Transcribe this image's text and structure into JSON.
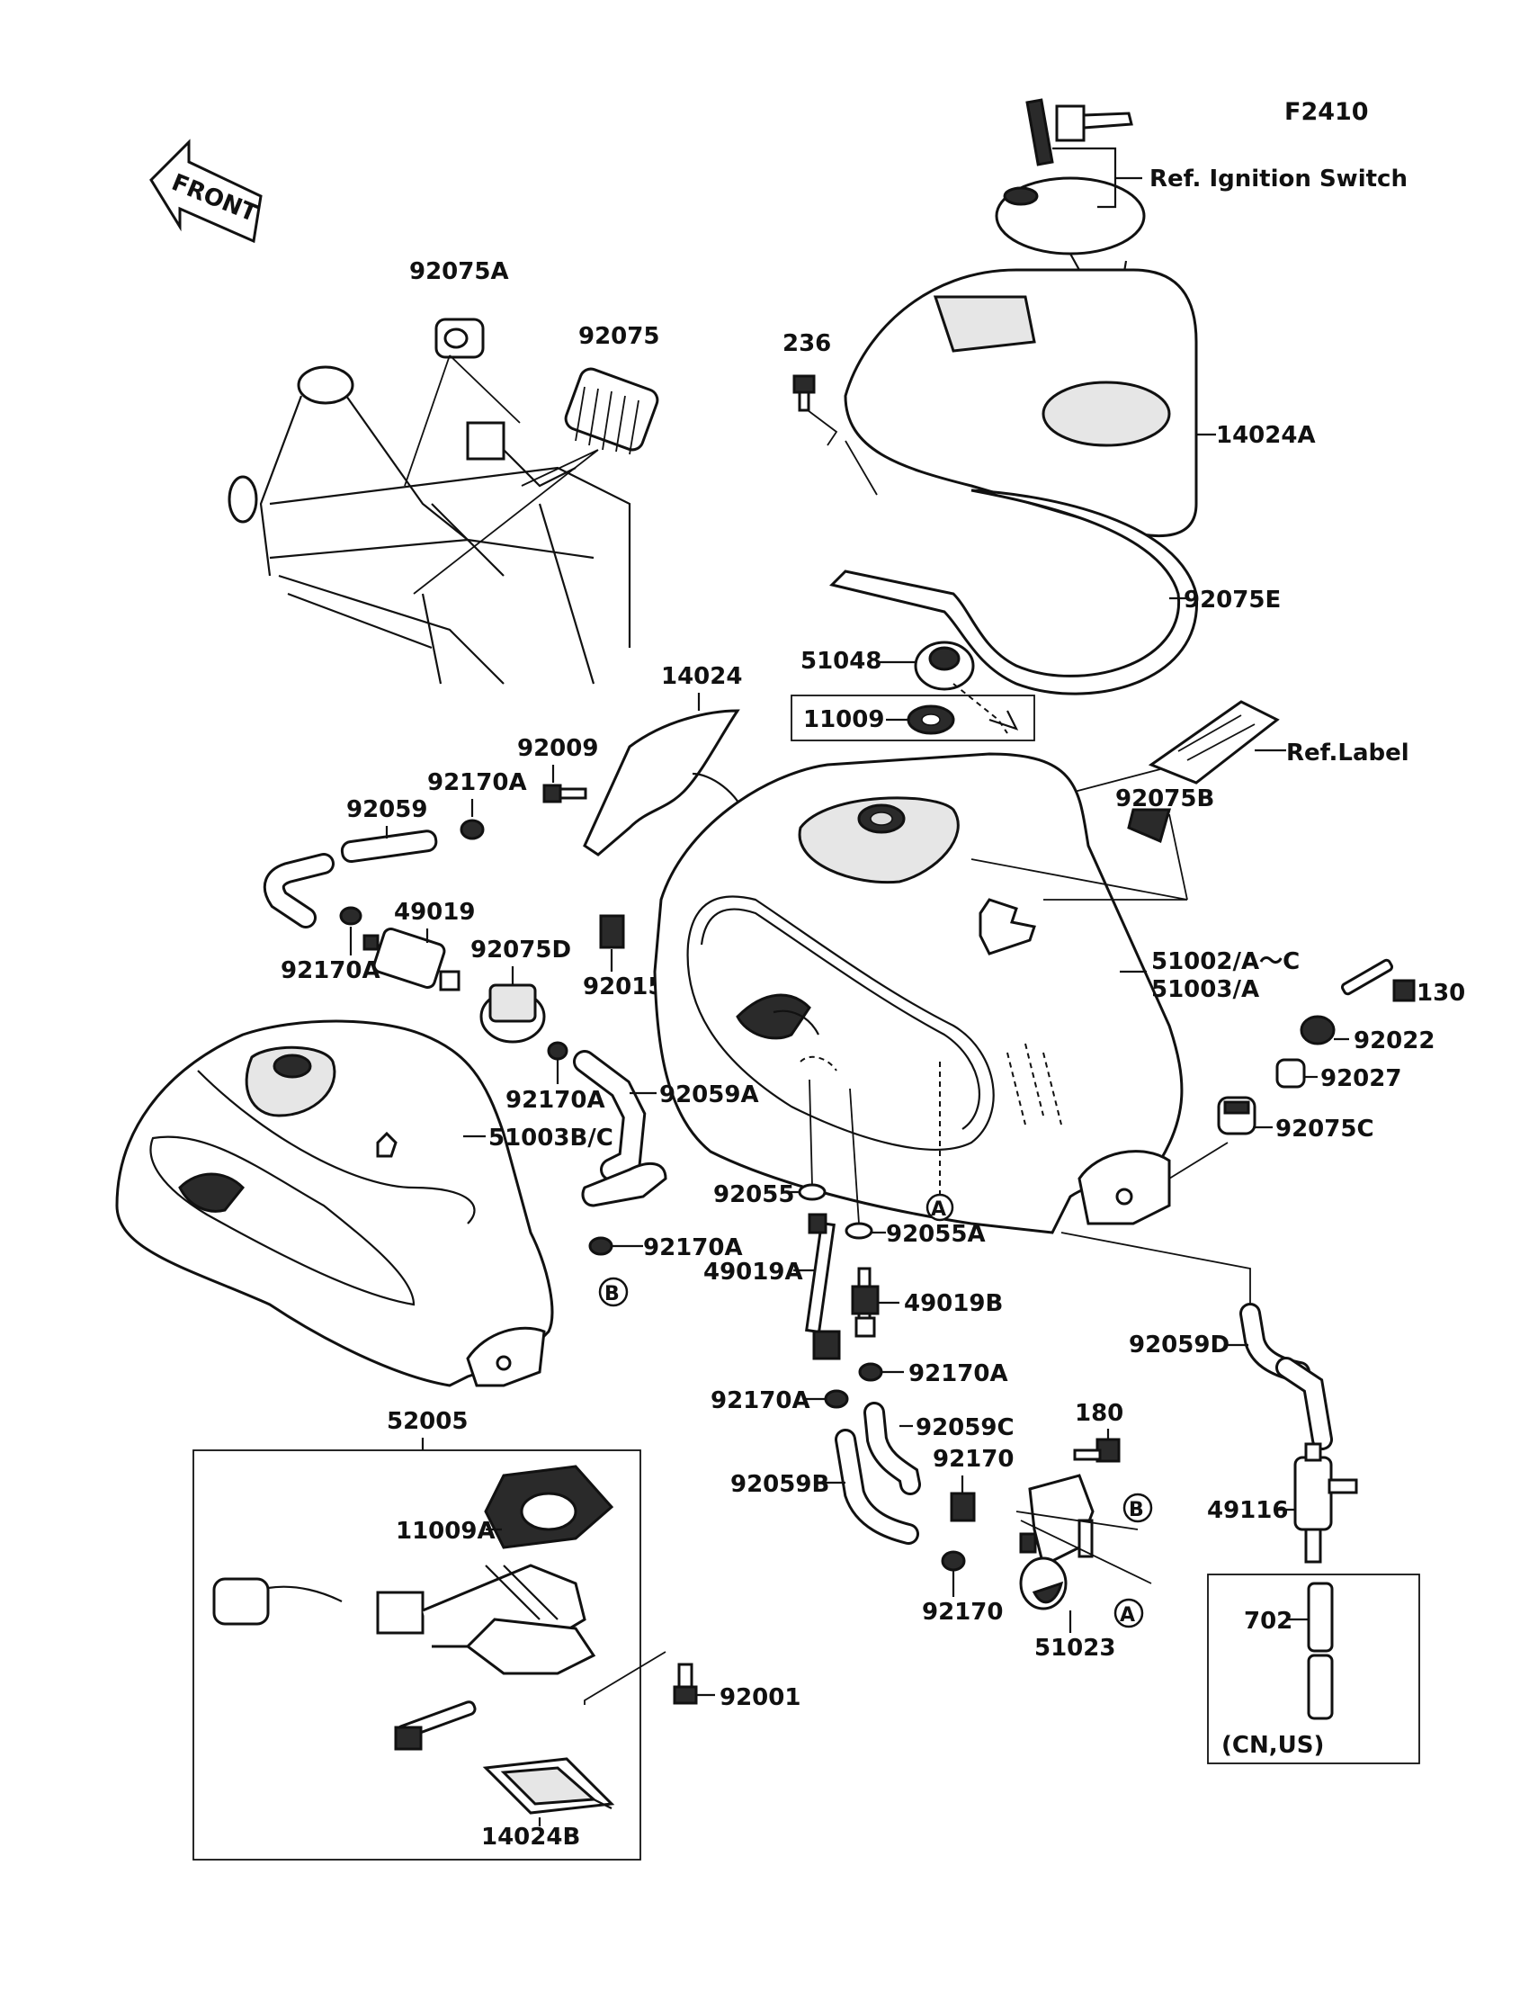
{
  "figure_code": "F2410",
  "front_label": "FRONT",
  "callouts": {
    "ref_ignition": "Ref. Ignition Switch",
    "ref_label": "Ref.Label",
    "p92075A": "92075A",
    "p92075": "92075",
    "p236": "236",
    "p14024A": "14024A",
    "p92075E": "92075E",
    "p51048": "51048",
    "p11009": "11009",
    "p14024": "14024",
    "p92009": "92009",
    "p92170A_1": "92170A",
    "p92059": "92059",
    "p49019": "49019",
    "p92170A_2": "92170A",
    "p92075D": "92075D",
    "p92015": "92015",
    "p92075B": "92075B",
    "p51002": "51002/A～C",
    "p51003A": "51003/A",
    "p130": "130",
    "p92022": "92022",
    "p92027": "92027",
    "p92075C": "92075C",
    "p92170A_3": "92170A",
    "p92059A": "92059A",
    "p51003BC": "51003B/C",
    "p92055": "92055",
    "p92055A": "92055A",
    "p92170A_4": "92170A",
    "p49019A": "49019A",
    "p49019B": "49019B",
    "p92059D": "92059D",
    "p92170A_5": "92170A",
    "p92170A_6": "92170A",
    "p92059C": "92059C",
    "p180": "180",
    "p92170_1": "92170",
    "p92059B": "92059B",
    "p49116": "49116",
    "p92170_2": "92170",
    "p51023": "51023",
    "p52005": "52005",
    "p11009A": "11009A",
    "p92001": "92001",
    "p14024B": "14024B",
    "p702": "702",
    "cn_us": "(CN,US)",
    "ref_a": "A",
    "ref_b": "B"
  }
}
